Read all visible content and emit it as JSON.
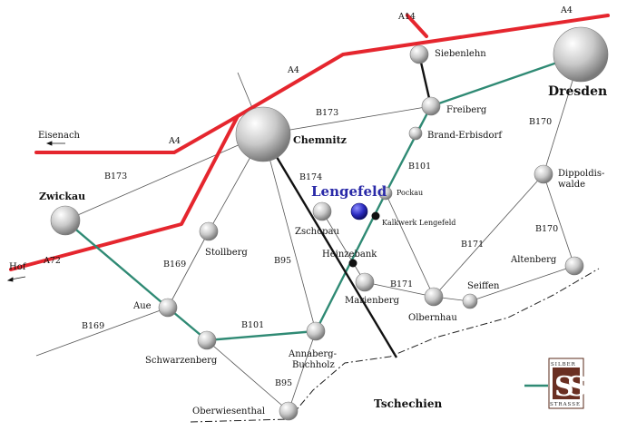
{
  "cities": {
    "dresden": "Dresden",
    "chemnitz": "Chemnitz",
    "zwickau": "Zwickau",
    "lengefeld": "Lengefeld",
    "siebenlehn": "Siebenlehn",
    "freiberg": "Freiberg",
    "brand_erbisdorf": "Brand-Erbisdorf",
    "pockau": "Pockau",
    "kalkwerk": "Kalkwerk Lengefeld",
    "dippoldiswalde_1": "Dippoldis-",
    "dippoldiswalde_2": "walde",
    "zschopau": "Zschopau",
    "stollberg": "Stollberg",
    "heinzebank": "Heinzebank",
    "marienberg": "Marienberg",
    "olbernhau": "Olbernhau",
    "seiffen": "Seiffen",
    "altenberg": "Altenberg",
    "aue": "Aue",
    "schwarzenberg": "Schwarzenberg",
    "annaberg_1": "Annaberg-",
    "annaberg_2": "Buchholz",
    "oberwiesenthal": "Oberwiesenthal"
  },
  "directions": {
    "eisenach": "Eisenach",
    "hof": "Hof"
  },
  "roads": {
    "a14": "A14",
    "a4_east": "A4",
    "a4_mid": "A4",
    "a4_west": "A4",
    "a72": "A72",
    "b173_north": "B173",
    "b173_west": "B173",
    "b170_north": "B170",
    "b170_south": "B170",
    "b174": "B174",
    "b101_north": "B101",
    "b101_south": "B101",
    "b169_west": "B169",
    "b169_south": "B169",
    "b95_mid": "B95",
    "b95_south": "B95",
    "b171_east": "B171",
    "b171_mid": "B171"
  },
  "country": "Tschechien",
  "logo": {
    "top": "SILBER",
    "bottom": "STRASSE"
  },
  "colors": {
    "motorway": "#e5262e",
    "silver_road": "#2f8a74",
    "federal_road": "#555555",
    "railway": "#111111",
    "border": "#222222",
    "focus_town": "#2a2aa8"
  }
}
